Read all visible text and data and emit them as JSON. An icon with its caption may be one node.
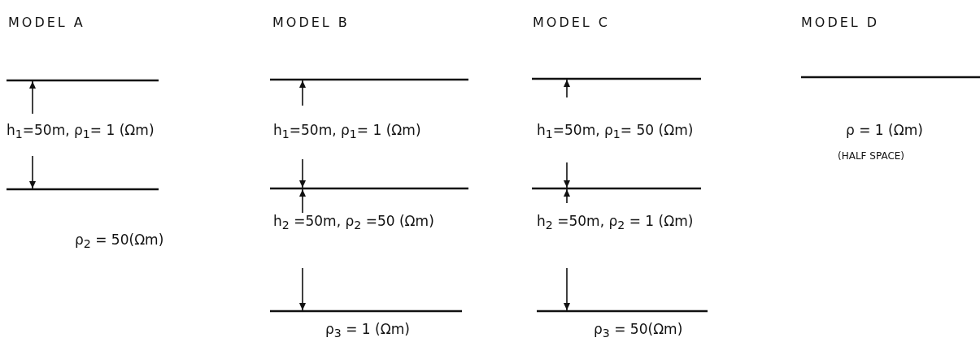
{
  "diagram": {
    "labels": [
      "MODEL A",
      "MODEL B",
      "MODEL C",
      "MODEL D",
      "h$_{1}$=50m, ρ$_{1}$= 1 (Ωm)",
      "h$_{1}$=50m, ρ$_{1}$= 1 (Ωm)",
      "h$_{1}$=50m, ρ$_{1}$= 50 (Ωm)",
      "ρ = 1 (Ωm)",
      "(HALF SPACE)",
      "h$_{2}$ =50m, ρ$_{2}$ =50 (Ωm)",
      "h$_{2}$ =50m, ρ$_{2}$ = 1 (Ωm)",
      "ρ$_{2}$ = 50(Ωm)",
      "ρ$_{3}$ = 1 (Ωm)",
      "ρ$_{3}$ = 50(Ωm)"
    ]
  }
}
